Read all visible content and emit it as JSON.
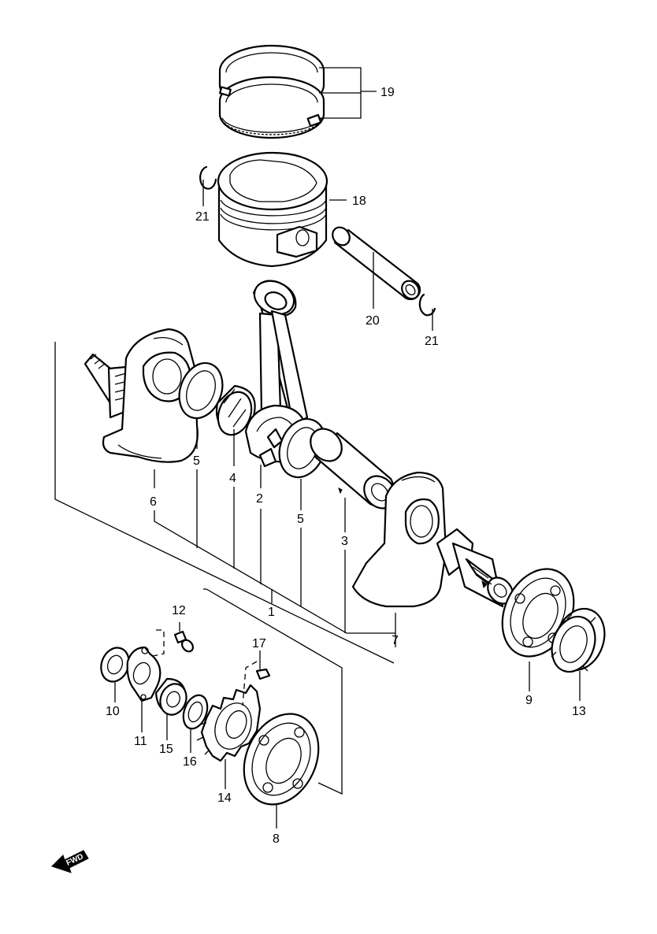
{
  "labels": {
    "p1": "1",
    "p2": "2",
    "p3": "3",
    "p4": "4",
    "p5a": "5",
    "p5b": "5",
    "p6": "6",
    "p7": "7",
    "p8": "8",
    "p9": "9",
    "p10": "10",
    "p11": "11",
    "p12": "12",
    "p13": "13",
    "p14": "14",
    "p15": "15",
    "p16": "16",
    "p17": "17",
    "p18": "18",
    "p19": "19",
    "p20": "20",
    "p21a": "21",
    "p21b": "21"
  },
  "fwd_arrow": {
    "text": "FWD"
  }
}
